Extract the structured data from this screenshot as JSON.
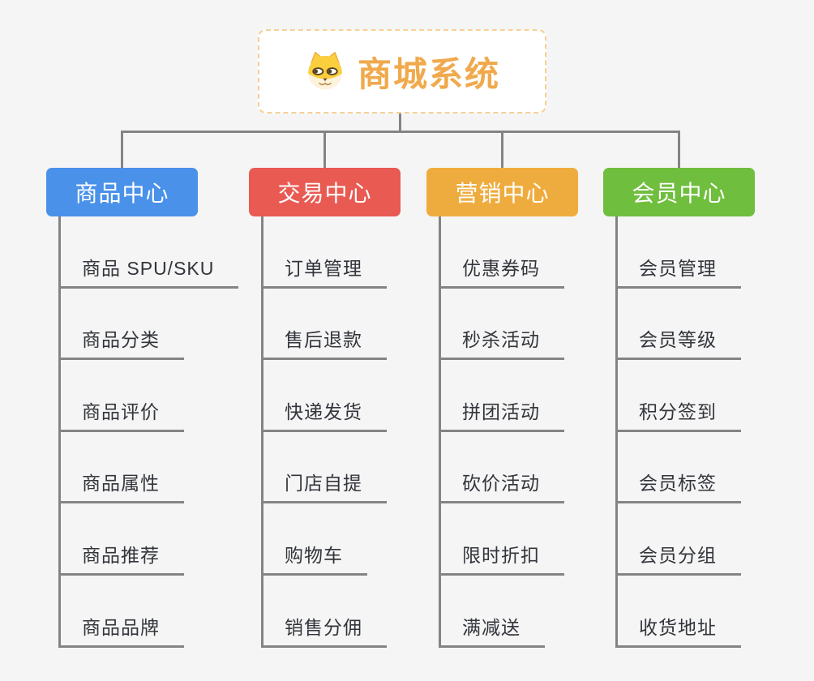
{
  "canvas": {
    "background": "#F5F5F5",
    "connector_color": "#848484"
  },
  "root": {
    "title": "商城系统",
    "icon": "doge-icon",
    "text_color": "#F0A94C",
    "border_color": "#F6D096"
  },
  "branches": [
    {
      "id": "product-center",
      "label": "商品中心",
      "color": "#4A91E9",
      "children": [
        "商品 SPU/SKU",
        "商品分类",
        "商品评价",
        "商品属性",
        "商品推荐",
        "商品品牌"
      ]
    },
    {
      "id": "trade-center",
      "label": "交易中心",
      "color": "#E85A52",
      "children": [
        "订单管理",
        "售后退款",
        "快递发货",
        "门店自提",
        "购物车",
        "销售分佣"
      ]
    },
    {
      "id": "marketing-center",
      "label": "营销中心",
      "color": "#EFAC3E",
      "children": [
        "优惠券码",
        "秒杀活动",
        "拼团活动",
        "砍价活动",
        "限时折扣",
        "满减送"
      ]
    },
    {
      "id": "member-center",
      "label": "会员中心",
      "color": "#70BE3E",
      "children": [
        "会员管理",
        "会员等级",
        "积分签到",
        "会员标签",
        "会员分组",
        "收货地址"
      ]
    }
  ]
}
